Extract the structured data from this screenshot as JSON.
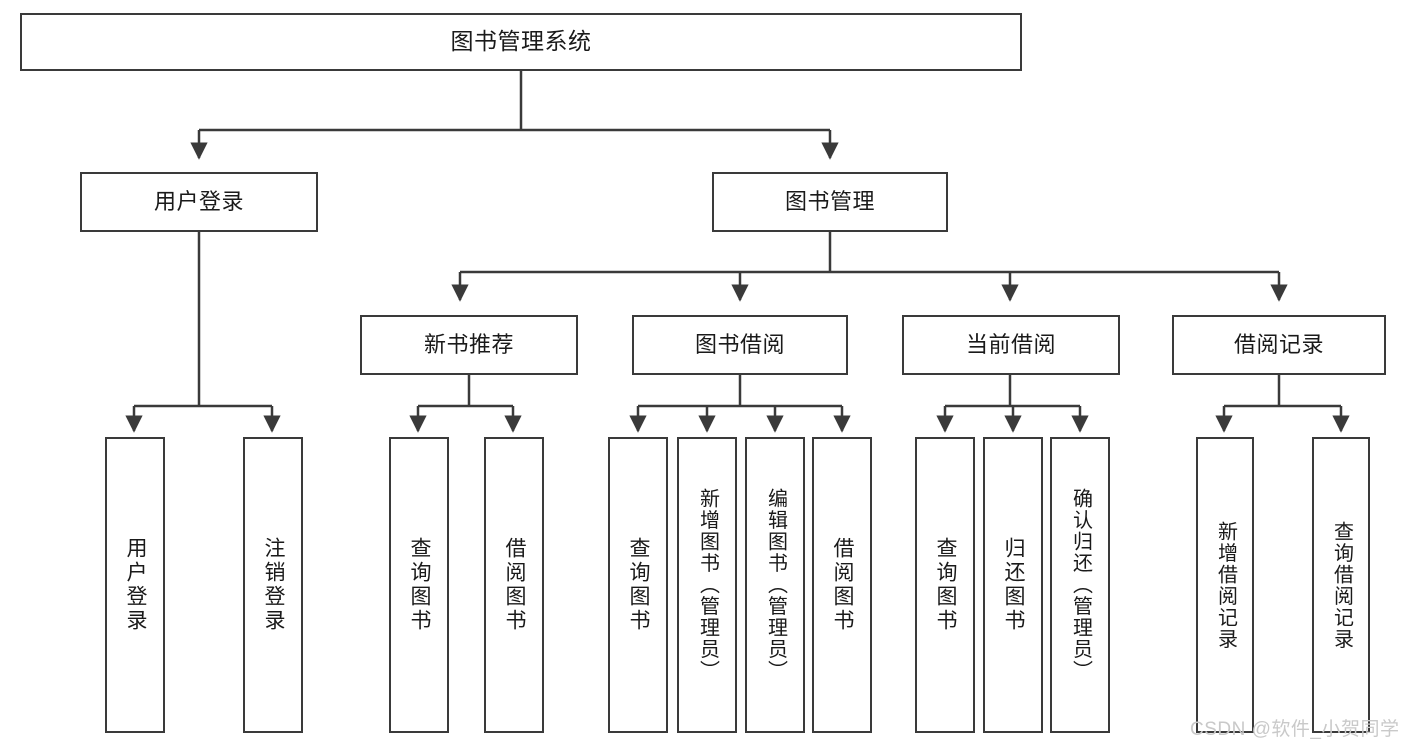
{
  "diagram": {
    "title": "图书管理系统",
    "type": "hierarchy-tree",
    "stroke_color": "#3a3a3a",
    "fill_color": "#ffffff",
    "text_color": "#1a1a1a"
  },
  "nodes": {
    "root": {
      "label": "图书管理系统"
    },
    "level1": [
      {
        "label": "用户登录"
      },
      {
        "label": "图书管理"
      }
    ],
    "level2": [
      {
        "label": "新书推荐"
      },
      {
        "label": "图书借阅"
      },
      {
        "label": "当前借阅"
      },
      {
        "label": "借阅记录"
      }
    ],
    "leaves_user_login": [
      {
        "label": "用户登录"
      },
      {
        "label": "注销登录"
      }
    ],
    "leaves_new_book": [
      {
        "label": "查询图书"
      },
      {
        "label": "借阅图书"
      }
    ],
    "leaves_borrow": [
      {
        "label": "查询图书"
      },
      {
        "label": "新增图书（管理员）"
      },
      {
        "label": "编辑图书（管理员）"
      },
      {
        "label": "借阅图书"
      }
    ],
    "leaves_current": [
      {
        "label": "查询图书"
      },
      {
        "label": "归还图书"
      },
      {
        "label": "确认归还（管理员）"
      }
    ],
    "leaves_record": [
      {
        "label": "新增借阅记录"
      },
      {
        "label": "查询借阅记录"
      }
    ]
  },
  "watermark": {
    "text": "CSDN @软件_小贺同学"
  }
}
